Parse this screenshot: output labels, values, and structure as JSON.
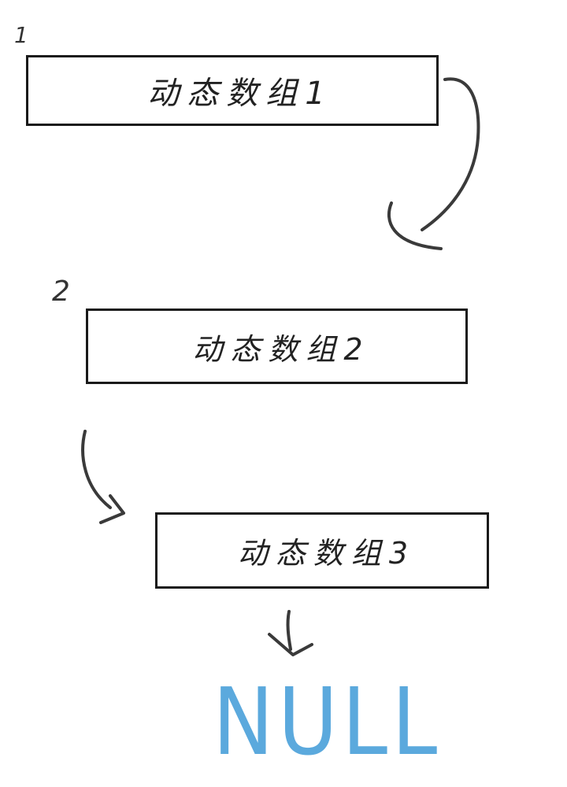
{
  "nodes": [
    {
      "label": "动态数组1"
    },
    {
      "label": "动态数组2"
    },
    {
      "label": "动态数组3"
    }
  ],
  "index_marks": [
    "1",
    "2"
  ],
  "terminal": {
    "label": "NULL",
    "color": "#5ba9dd"
  },
  "colors": {
    "stroke": "#1a1a1a",
    "arrow": "#3a3a3a"
  }
}
